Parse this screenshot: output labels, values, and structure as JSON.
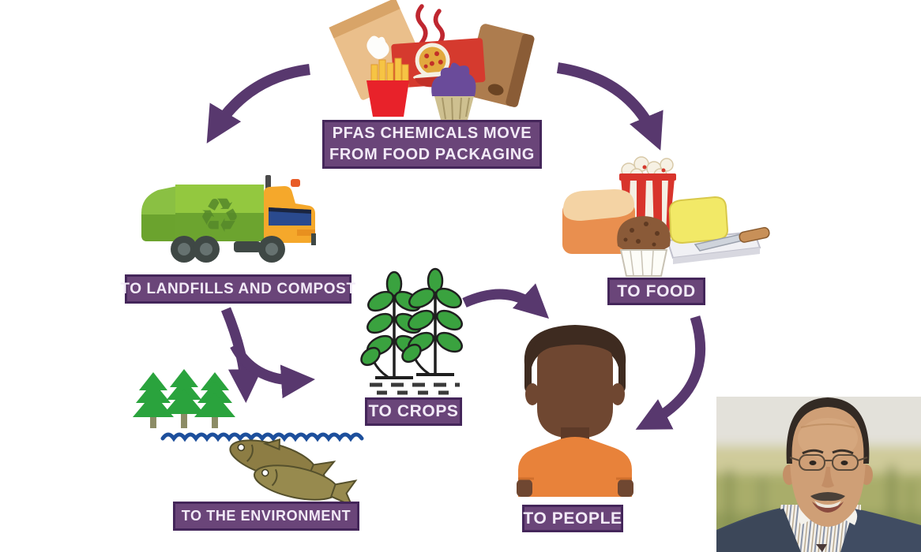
{
  "banners": {
    "source_line1": "PFAS CHEMICALS MOVE",
    "source_line2": "FROM FOOD PACKAGING",
    "landfills": "TO LANDFILLS AND COMPOST",
    "food": "TO FOOD",
    "crops": "TO CROPS",
    "environment": "TO THE ENVIRONMENT",
    "people": "TO PEOPLE"
  },
  "icons": {
    "recycle": "♻"
  },
  "colors": {
    "background": "#ffffff",
    "banner_bg": "#6a4579",
    "banner_border": "#44265a",
    "banner_text": "#f2eaf7",
    "arrow_purple": "#58386e",
    "truck_green": "#93c83f",
    "truck_green_dark": "#6ca42f",
    "truck_cab_yellow": "#f5a82b",
    "tree_green": "#2aa33d",
    "water_blue": "#1d4f9c",
    "fish_olive": "#8d7d44",
    "crop_green": "#3aa23f",
    "person_skin": "#6f4731",
    "person_hair": "#3e2b20",
    "person_shirt": "#e8823a",
    "packaging_red": "#d53a2e",
    "cupcake_purple": "#6a4b9a",
    "bag_tan": "#eabf8b",
    "wrapper_brown": "#ad7c4e"
  }
}
